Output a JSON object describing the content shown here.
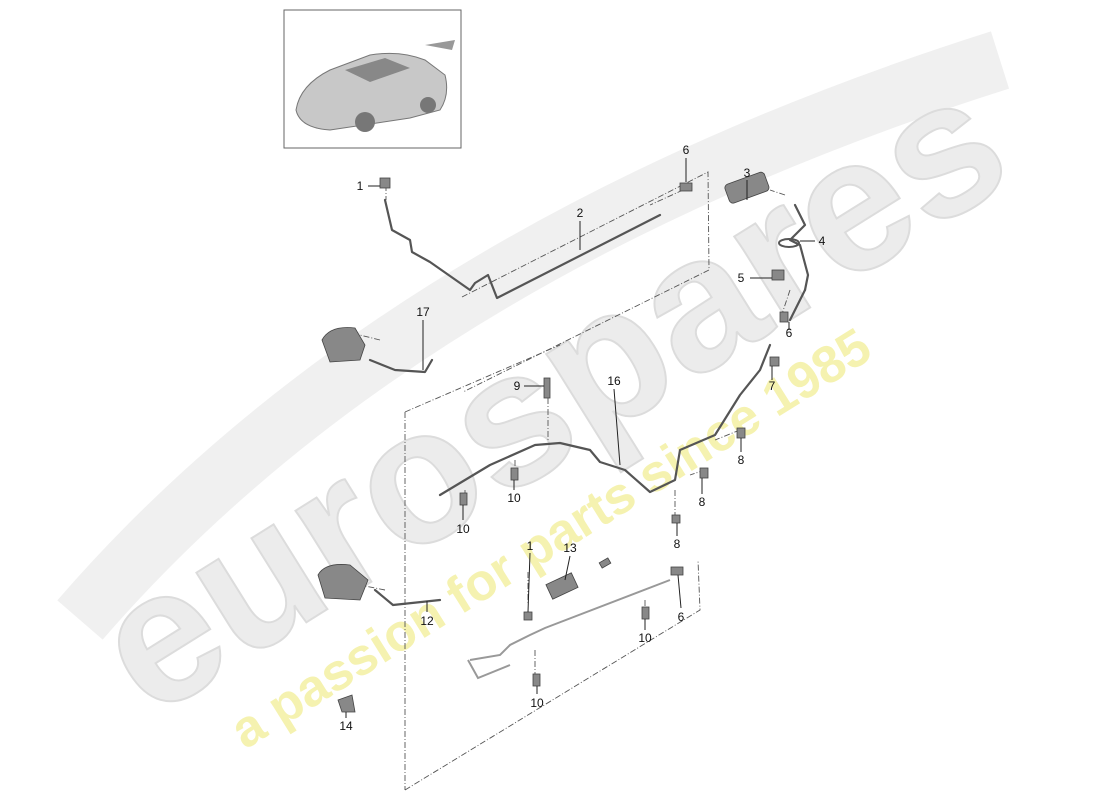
{
  "watermark": {
    "brand": "eurospares",
    "tagline": "a passion for parts since 1985",
    "brand_color": "#e6e6e6",
    "tagline_color": "#f3f0a8"
  },
  "thumbnail": {
    "icon": "sports-car-thumbnail"
  },
  "callouts": [
    "1",
    "6",
    "3",
    "2",
    "4",
    "5",
    "17",
    "6",
    "9",
    "16",
    "7",
    "8",
    "10",
    "8",
    "10",
    "8",
    "1",
    "13",
    "12",
    "6",
    "10",
    "10",
    "14"
  ]
}
